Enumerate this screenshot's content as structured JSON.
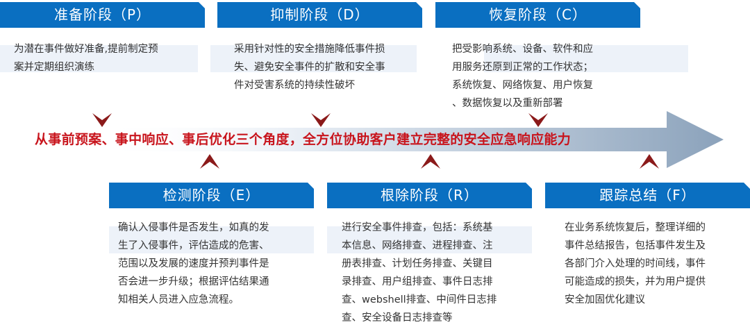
{
  "slogan": "从事前预案、事中响应、事后优化三个角度，全方位协助客户建立完整的安全应急响应能力",
  "colors": {
    "header": "#0a6fc1",
    "slogan": "#c8141c",
    "chevron": "#8b1a1a"
  },
  "phases": {
    "p": {
      "title": "准备阶段（P）",
      "lines": [
        "为潜在事件做好准备,提前制定预",
        "案并定期组织演练"
      ]
    },
    "d": {
      "title": "抑制阶段（D）",
      "lines": [
        "采用针对性的安全措施降低事件损",
        "失、避免安全事件的扩散和安全事",
        "件对受害系统的持续性破坏"
      ]
    },
    "c": {
      "title": "恢复阶段（C）",
      "lines": [
        "把受影响系统、设备、软件和应",
        "用服务还原到正常的工作状态；",
        "系统恢复、网络恢复、用户恢复",
        "、数据恢复以及重新部署"
      ]
    },
    "e": {
      "title": "检测阶段（E）",
      "lines": [
        "确认入侵事件是否发生，如真的发",
        "生了入侵事件，评估造成的危害、",
        "范围以及发展的速度并预判事件是",
        "否会进一步升级；根据评估结果通",
        "知相关人员进入应急流程。"
      ]
    },
    "r": {
      "title": "根除阶段（R）",
      "lines": [
        "进行安全事件排查，包括：系统基",
        "本信息、网络排查、进程排查、注",
        "册表排查、计划任务排查、关键目",
        "录排查、用户组排查、事件日志排",
        "查、webshell排查、中间件日志排",
        "查、安全设备日志排查等"
      ]
    },
    "f": {
      "title": "跟踪总结（F）",
      "lines": [
        "在业务系统恢复后，整理详细的",
        "事件总结报告，包括事件发生及",
        "各部门介入处理的时间线，事件",
        "可能造成的损失，并为用户提供",
        "安全加固优化建议"
      ]
    }
  }
}
